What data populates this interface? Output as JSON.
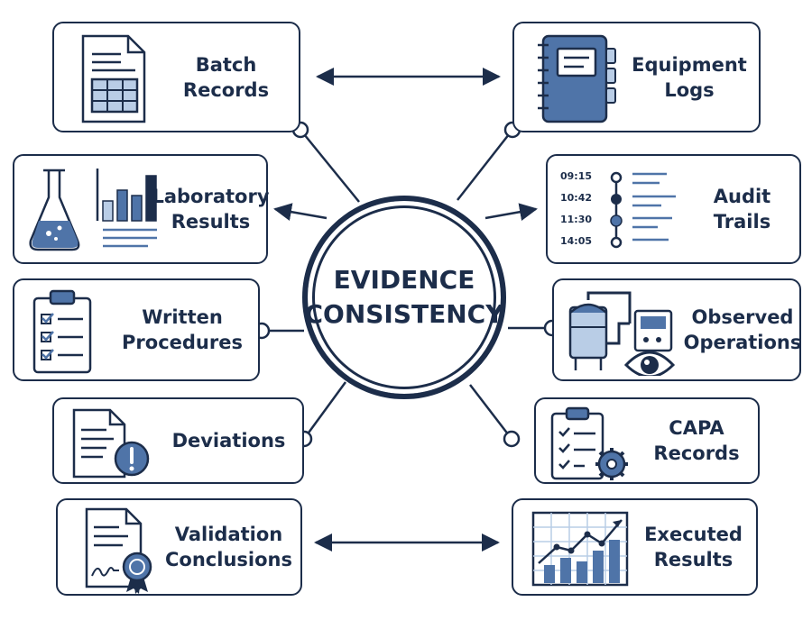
{
  "hub": {
    "line1": "EVIDENCE",
    "line2": "CONSISTENCY"
  },
  "cards": {
    "batch": {
      "line1": "Batch",
      "line2": "Records",
      "icon": "document-table-icon"
    },
    "equipment": {
      "line1": "Equipment",
      "line2": "Logs",
      "icon": "logbook-icon"
    },
    "lab": {
      "line1": "Laboratory",
      "line2": "Results",
      "icon": "flask-chart-icon"
    },
    "audit": {
      "line1": "Audit",
      "line2": "Trails",
      "icon": "timeline-icon",
      "times": [
        "09:15",
        "10:42",
        "11:30",
        "14:05"
      ]
    },
    "procedures": {
      "line1": "Written",
      "line2": "Procedures",
      "icon": "clipboard-checklist-icon"
    },
    "operations": {
      "line1": "Observed",
      "line2": "Operations",
      "icon": "equipment-eye-icon"
    },
    "deviations": {
      "line1": "Deviations",
      "icon": "document-alert-icon"
    },
    "capa": {
      "line1": "CAPA",
      "line2": "Records",
      "icon": "clipboard-gear-icon"
    },
    "validation": {
      "line1": "Validation",
      "line2": "Conclusions",
      "icon": "certificate-icon"
    },
    "executed": {
      "line1": "Executed",
      "line2": "Results",
      "icon": "line-bar-chart-icon"
    }
  },
  "colors": {
    "navy": "#1c2d4a",
    "accent": "#4f74a8",
    "light": "#b9cde6"
  }
}
